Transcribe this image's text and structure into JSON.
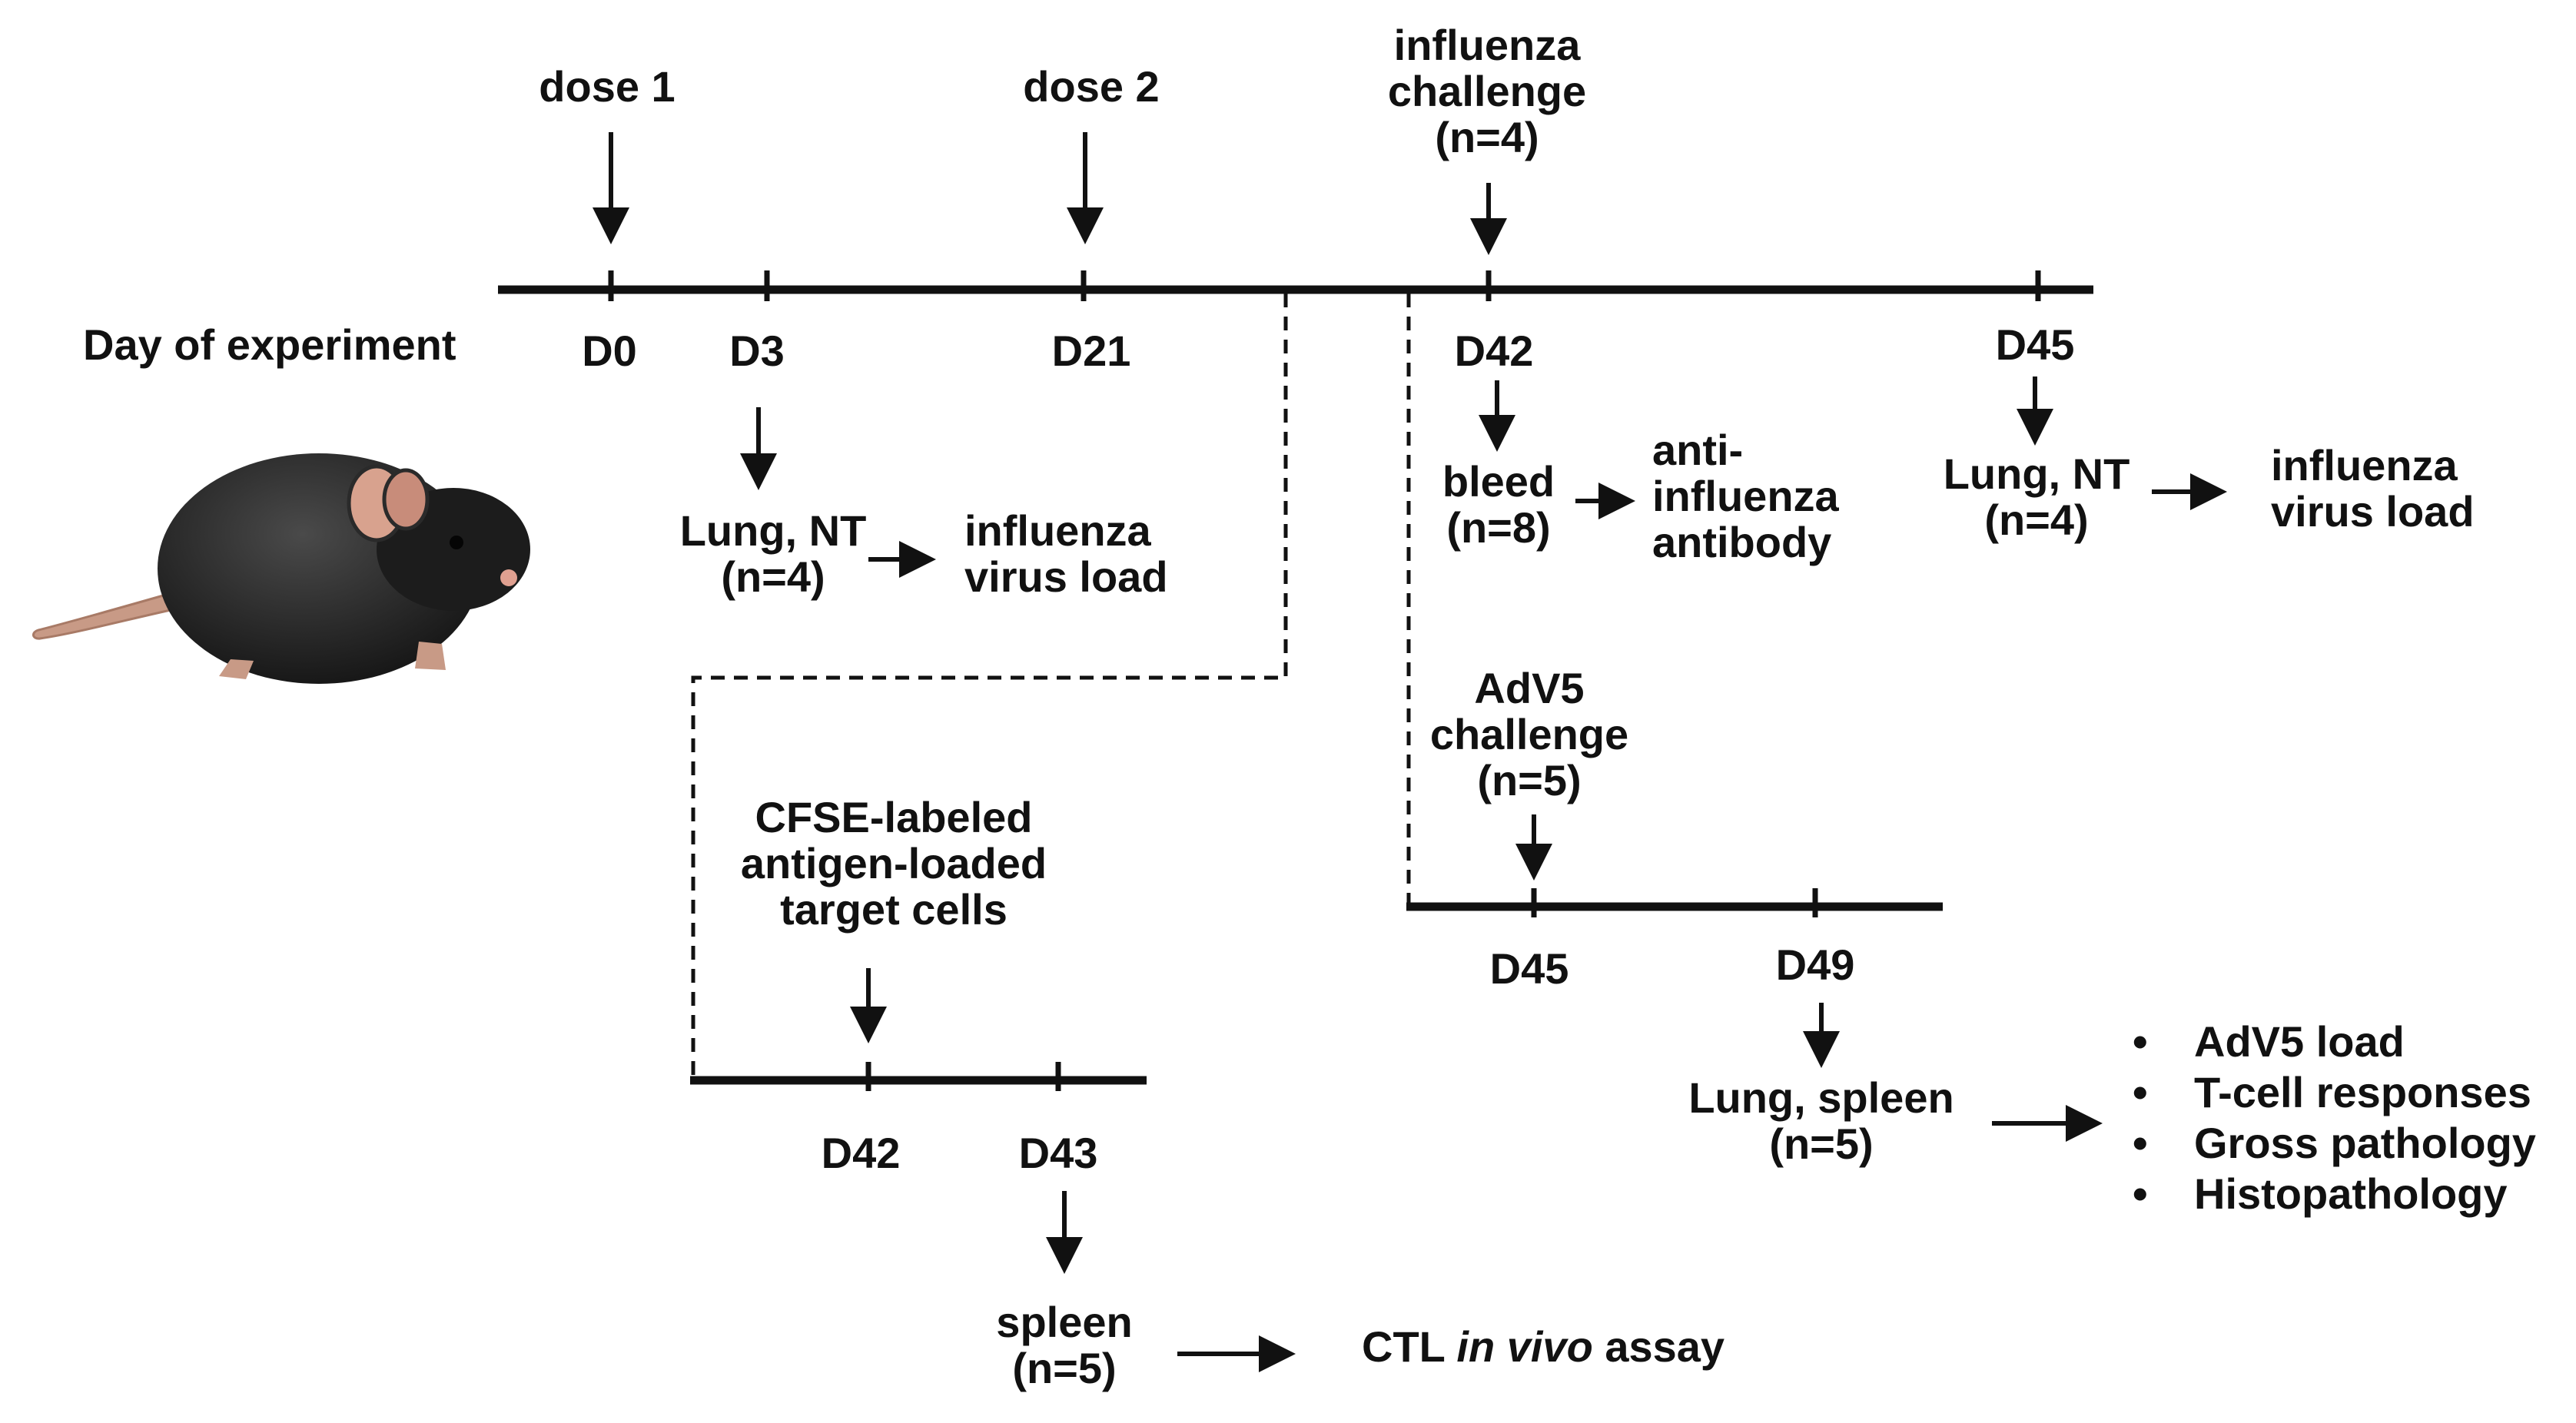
{
  "axis_label": "Day of experiment",
  "main_timeline": {
    "days": [
      "D0",
      "D3",
      "D21",
      "D42",
      "D45"
    ],
    "events": [
      {
        "lines": [
          "dose 1"
        ]
      },
      {
        "lines": [
          "dose 2"
        ]
      },
      {
        "lines": [
          "influenza",
          "challenge",
          "(n=4)"
        ]
      }
    ]
  },
  "d3_readout": {
    "sample": [
      "Lung, NT",
      "(n=4)"
    ],
    "result": [
      "influenza",
      "virus load"
    ]
  },
  "d42_readout": {
    "sample": [
      "bleed",
      "(n=8)"
    ],
    "result": [
      "anti-",
      "influenza",
      "antibody"
    ]
  },
  "d45_readout": {
    "sample": [
      "Lung, NT",
      "(n=4)"
    ],
    "result": [
      "influenza",
      "virus load"
    ]
  },
  "ctl_branch": {
    "event": [
      "CFSE-labeled",
      "antigen-loaded",
      "target cells"
    ],
    "days": [
      "D42",
      "D43"
    ],
    "sample": [
      "spleen",
      "(n=5)"
    ],
    "result_prefix": "CTL ",
    "result_italic": "in vivo",
    "result_suffix": " assay"
  },
  "adv5_branch": {
    "event": [
      "AdV5",
      "challenge",
      "(n=5)"
    ],
    "days": [
      "D45",
      "D49"
    ],
    "sample": [
      "Lung, spleen",
      "(n=5)"
    ],
    "results": [
      "AdV5 load",
      "T-cell responses",
      "Gross pathology",
      "Histopathology"
    ]
  },
  "bullet_glyph": "•",
  "illustration": "mouse",
  "colors": {
    "ink": "#111111",
    "background": "#ffffff"
  }
}
